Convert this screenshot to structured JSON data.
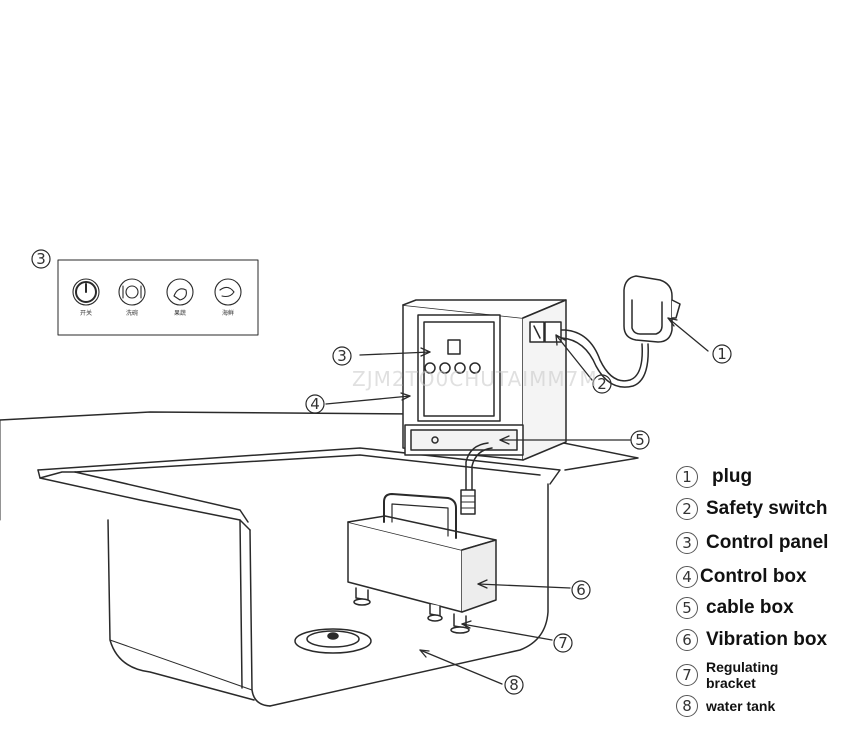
{
  "control_panel_icons": [
    {
      "icon": "power-icon",
      "label": "开关"
    },
    {
      "icon": "dish-icon",
      "label": "洗碗"
    },
    {
      "icon": "fruit-icon",
      "label": "果蔬"
    },
    {
      "icon": "seafood-icon",
      "label": "海鲜"
    }
  ],
  "callouts": [
    "1",
    "2",
    "3",
    "3",
    "4",
    "5",
    "6",
    "7",
    "8"
  ],
  "watermark": "ZJM2TO0CHUTAIMM7M",
  "legend": [
    {
      "number": "1",
      "label": "plug"
    },
    {
      "number": "2",
      "label": "Safety switch"
    },
    {
      "number": "3",
      "label": "Control panel"
    },
    {
      "number": "4",
      "label": "Control box"
    },
    {
      "number": "5",
      "label": "cable box"
    },
    {
      "number": "6",
      "label": "Vibration box"
    },
    {
      "number": "7",
      "label": "Regulating\nbracket"
    },
    {
      "number": "8",
      "label": "water tank"
    }
  ],
  "colors": {
    "line": "#2a2a2a",
    "fill": "#ffffff",
    "shade": "#e9e9e9"
  }
}
